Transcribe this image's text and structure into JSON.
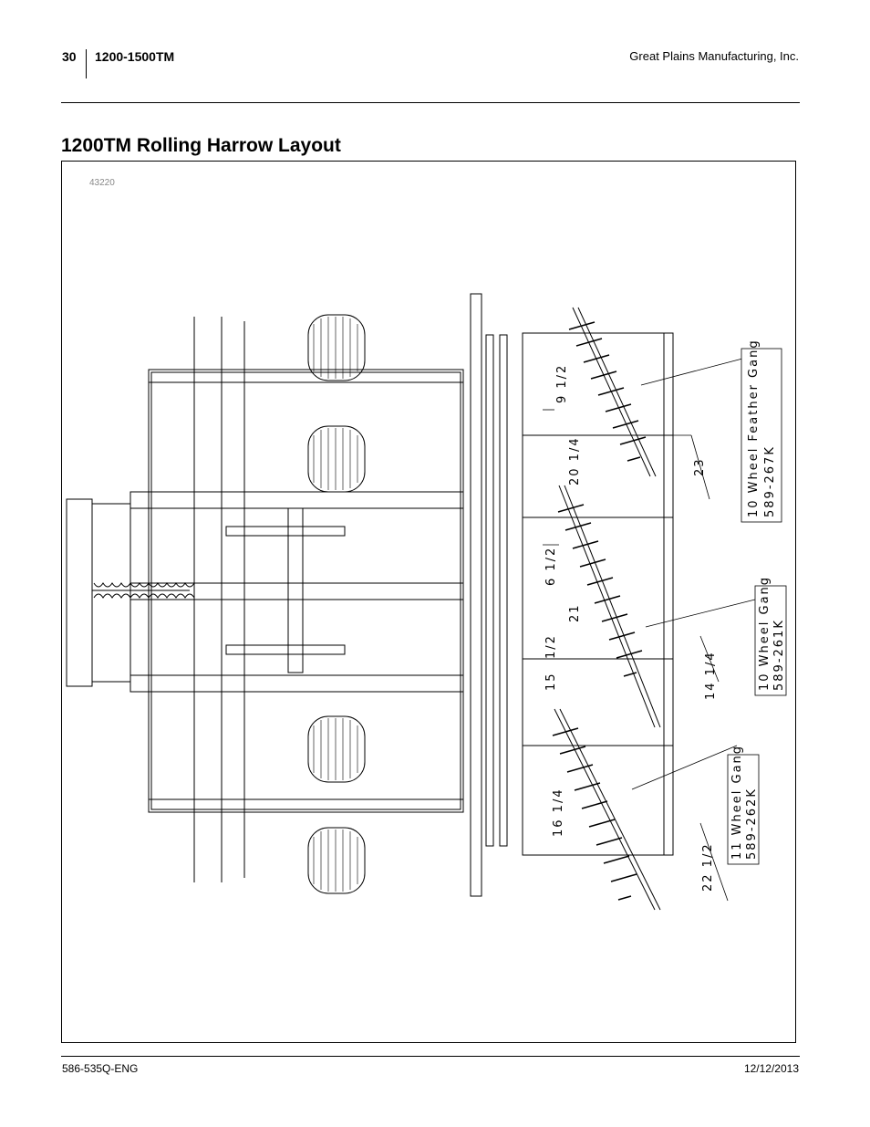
{
  "header": {
    "page_number": "30",
    "model": "1200-1500TM",
    "company": "Great Plains Manufacturing, Inc."
  },
  "title": "1200TM Rolling Harrow Layout",
  "figure": {
    "id": "43220",
    "callouts": {
      "feather_gang_line1": "10 Wheel Feather Gang",
      "feather_gang_line2": "589-267K",
      "gang_261_line1": "10 Wheel Gang",
      "gang_261_line2": "589-261K",
      "gang_262_line1": "11 Wheel Gang",
      "gang_262_line2": "589-262K"
    },
    "dimensions": {
      "d1": "9 1/2",
      "d2": "20 1/4",
      "d3": "23",
      "d4": "6 1/2",
      "d5": "21",
      "d6": "1/2",
      "d7": "15",
      "d8": "14 1/4",
      "d9": "16 1/4",
      "d10": "22 1/2"
    }
  },
  "footer": {
    "doc_number": "586-535Q-ENG",
    "date": "12/12/2013"
  }
}
